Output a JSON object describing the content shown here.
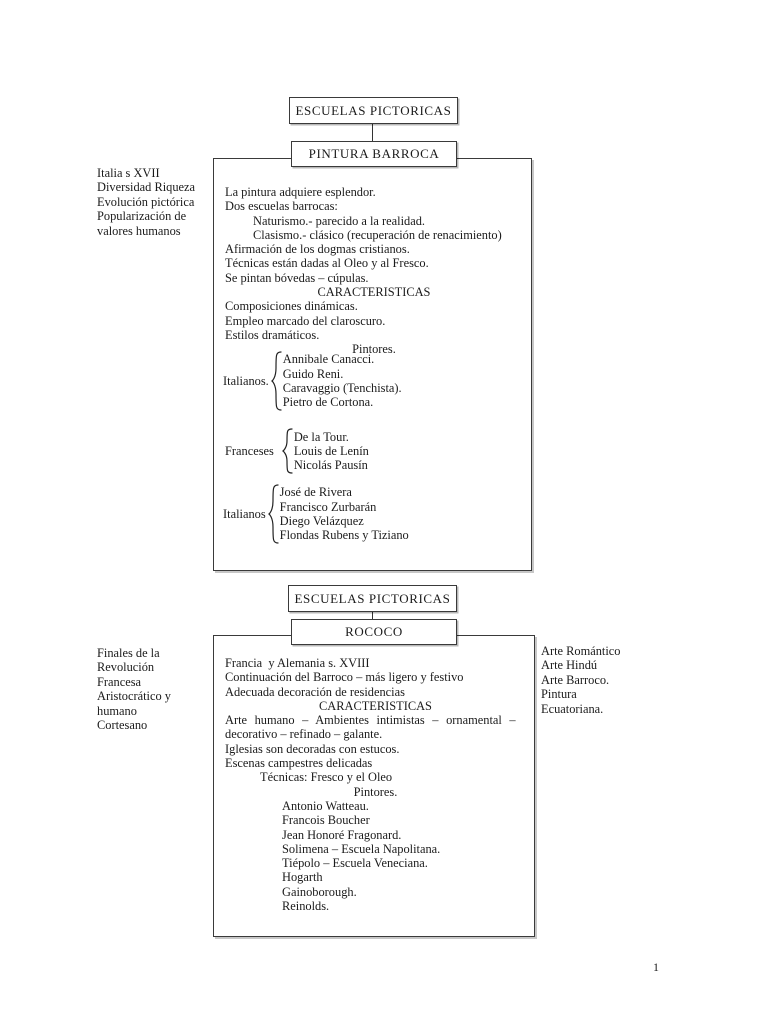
{
  "page": {
    "number": "1"
  },
  "barroca": {
    "school_box": "ESCUELAS PICTORICAS",
    "title_box": "PINTURA BARROCA",
    "margin_left": [
      "Italia s XVII",
      "Diversidad Riqueza",
      "Evolución pictórica",
      "Popularización de",
      "valores humanos"
    ],
    "intro": [
      "La pintura adquiere esplendor.",
      "Dos escuelas barrocas:"
    ],
    "sub_schools": [
      "Naturismo.- parecido a la realidad.",
      "Clasismo.- clásico (recuperación de renacimiento)"
    ],
    "dogmas": [
      "Afirmación de los dogmas cristianos.",
      "Técnicas están dadas al Oleo y al Fresco.",
      "Se pintan bóvedas – cúpulas."
    ],
    "caracteristicas_heading": "CARACTERISTICAS",
    "features": [
      "Composiciones dinámicas.",
      "Empleo marcado del claroscuro.",
      "Estilos dramáticos."
    ],
    "pintores_heading": "Pintores.",
    "groups": [
      {
        "label": "Italianos.",
        "members": [
          "Annibale Canacci.",
          "Guido Reni.",
          "Caravaggio (Tenchista).",
          "Pietro de Cortona."
        ]
      },
      {
        "label": "Franceses",
        "members": [
          "De la Tour.",
          "Louis de Lenín",
          "Nicolás Pausín"
        ]
      },
      {
        "label": "Italianos",
        "members": [
          "José de Rivera",
          "Francisco Zurbarán",
          "Diego Velázquez",
          "Flondas Rubens y Tiziano"
        ]
      }
    ]
  },
  "rococo": {
    "school_box": "ESCUELAS PICTORICAS",
    "title_box": "ROCOCO",
    "margin_left": [
      "Finales de la",
      "Revolución",
      "Francesa",
      "Aristocrático y",
      "humano",
      "Cortesano"
    ],
    "margin_right": [
      "Arte Romántico",
      "Arte Hindú",
      "Arte Barroco.",
      "Pintura",
      "Ecuatoriana."
    ],
    "intro": [
      "Francia  y Alemania s. XVIII",
      "Continuación del Barroco – más ligero y festivo",
      "Adecuada decoración de residencias"
    ],
    "caracteristicas_heading": "CARACTERISTICAS",
    "features_justified": "Arte humano – Ambientes intimistas – ornamental –",
    "features": [
      "decorativo – refinado – galante.",
      "Iglesias son decoradas con estucos.",
      "Escenas campestres delicadas"
    ],
    "tecnicas_line": "Técnicas: Fresco y el Oleo",
    "pintores_heading": "Pintores.",
    "painters": [
      "Antonio Watteau.",
      "Francois Boucher",
      "Jean Honoré Fragonard.",
      "Solimena – Escuela Napolitana.",
      "Tiépolo – Escuela Veneciana.",
      "Hogarth",
      "Gainoborough.",
      "Reinolds."
    ]
  }
}
